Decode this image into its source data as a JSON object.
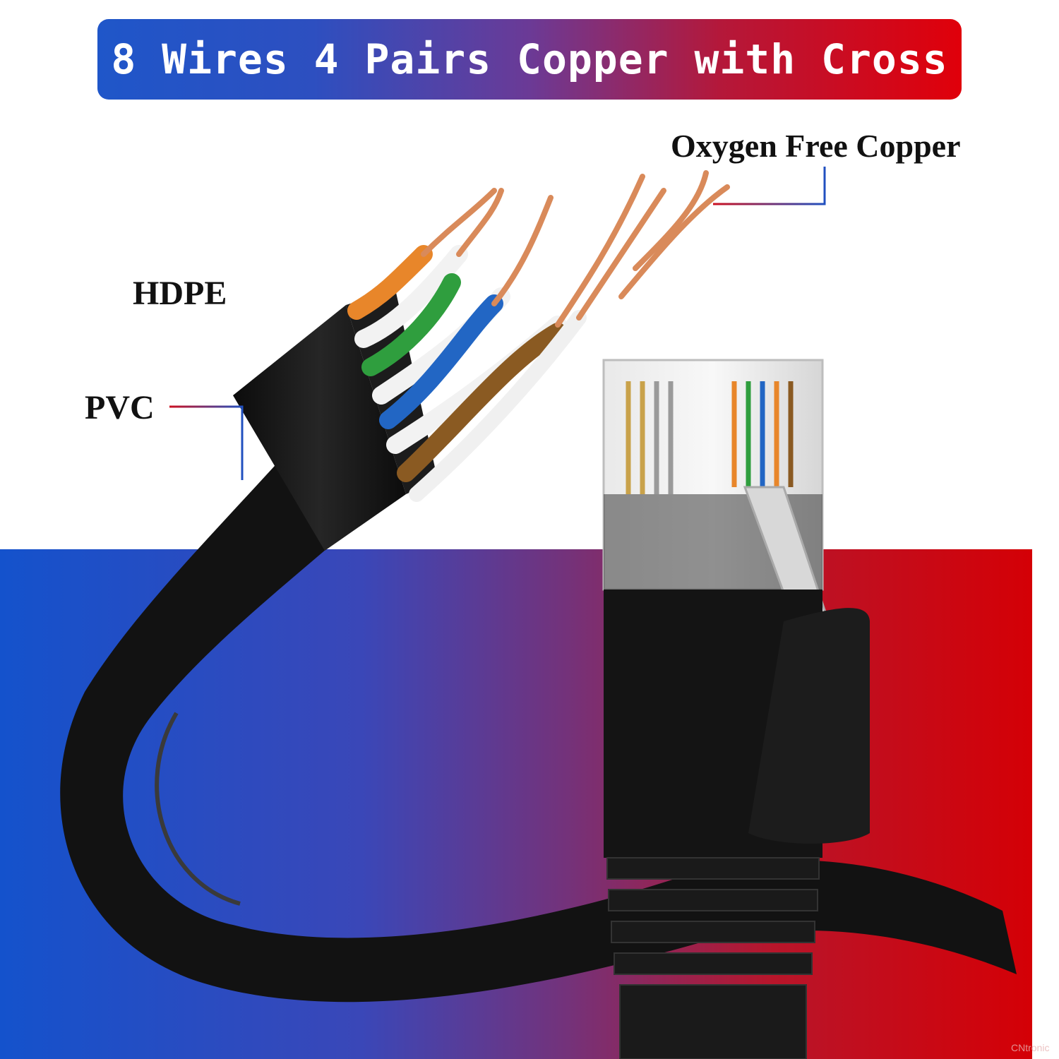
{
  "banner": {
    "title": "8 Wires 4 Pairs Copper with Cross"
  },
  "callouts": {
    "copper": "Oxygen Free Copper",
    "hdpe": "HDPE",
    "pvc": "PVC"
  },
  "watermark": {
    "text": "CNtronic"
  },
  "colors": {
    "blue": "#1f56c9",
    "purple": "#6b3a96",
    "red": "#e0000a",
    "cable_black": "#141414",
    "wire_orange": "#e8862a",
    "wire_green": "#2f9e3e",
    "wire_blue": "#2266c4",
    "wire_brown": "#8a5a22",
    "copper": "#d98a5a"
  }
}
